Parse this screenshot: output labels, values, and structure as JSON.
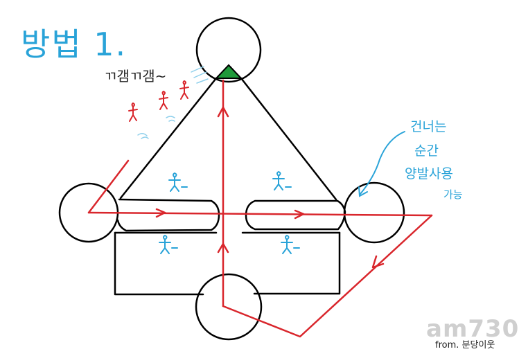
{
  "title": "방법 1.",
  "noise_label": "ㄲ갬ㄲ갬~",
  "note_lines": [
    "건너는",
    "순간",
    "양발사용",
    "가능"
  ],
  "credit": "from. 분당이웃",
  "watermark": "am730",
  "colors": {
    "outline": "#000000",
    "path": "#d9262c",
    "annotation": "#29a3d8",
    "target": "#1f9a3a",
    "watermark": "#cfcfcf"
  }
}
